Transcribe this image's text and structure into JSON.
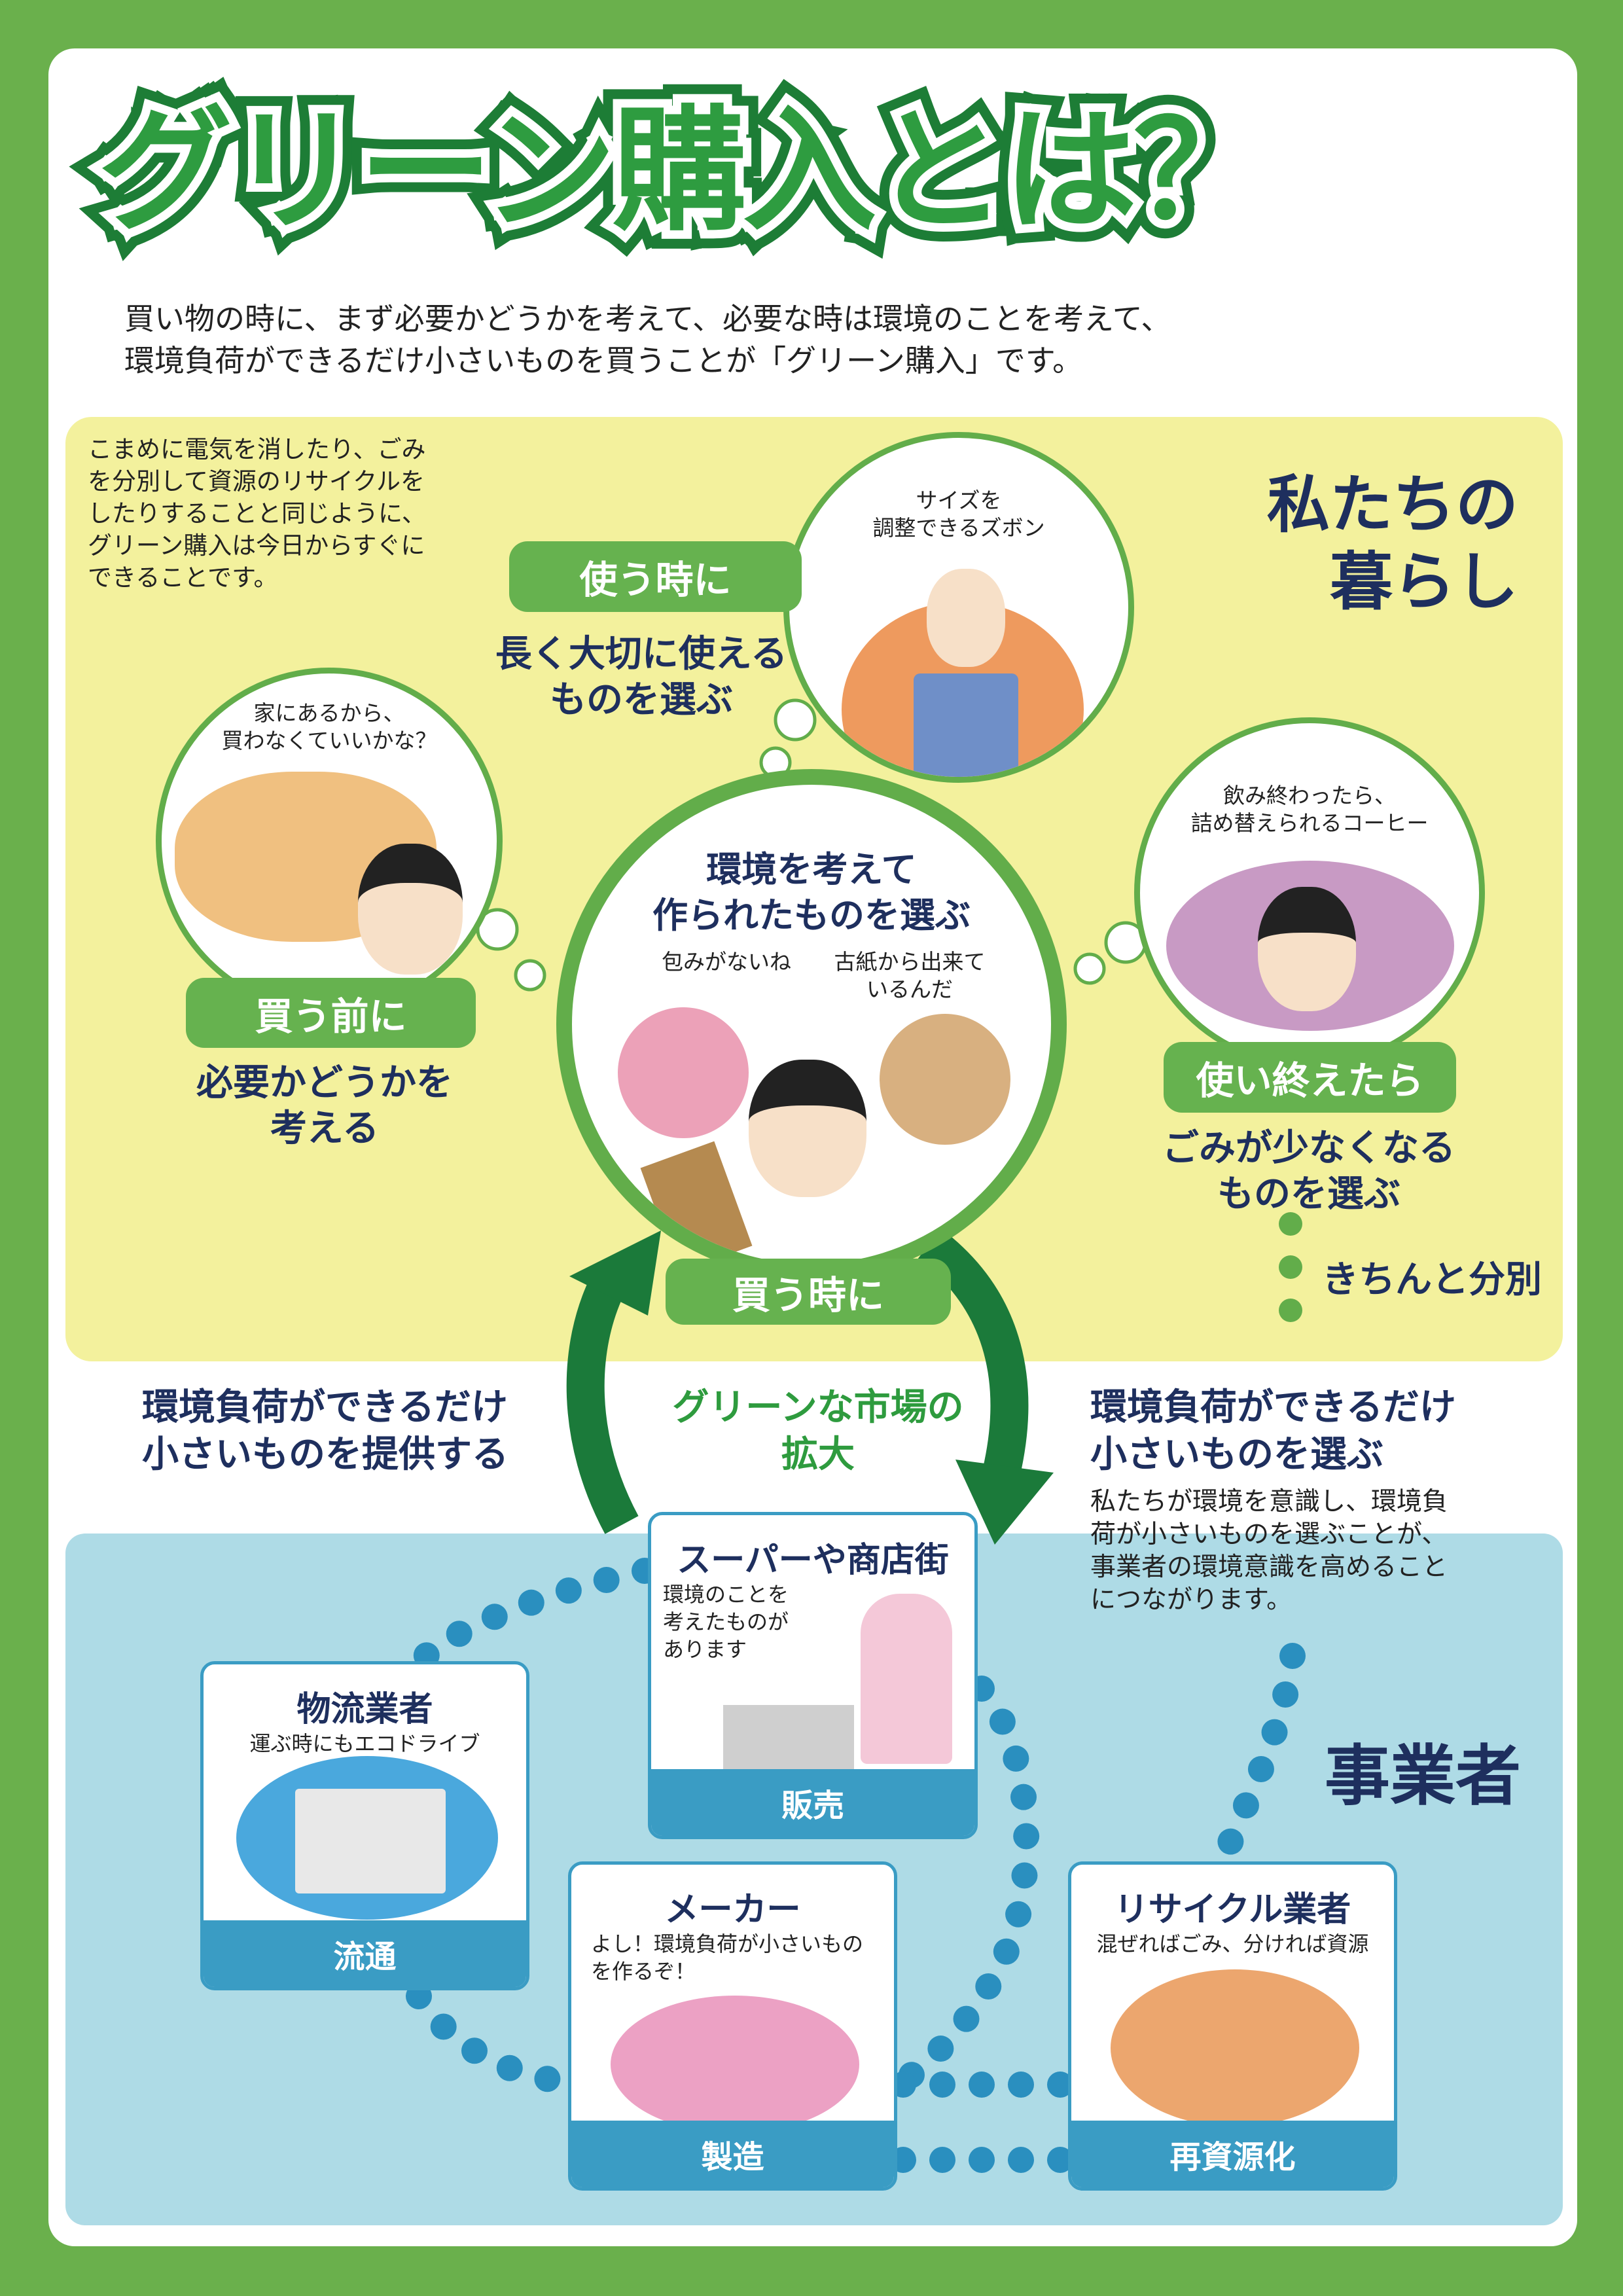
{
  "title": "グリーン購入とは？",
  "intro": [
    "買い物の時に、まず必要かどうかを考えて、必要な時は環境のことを考えて、",
    "環境負荷ができるだけ小さいものを買うことが「グリーン購入」です。"
  ],
  "note": [
    "こまめに電気を消したり、ごみ",
    "を分別して資源のリサイクルを",
    "したりすることと同じように、",
    "グリーン購入は今日からすぐに",
    "できることです。"
  ],
  "consumer_heading": [
    "私たちの",
    "暮らし"
  ],
  "business_heading": "事業者",
  "stages": {
    "use": {
      "label": "使う時に",
      "text": [
        "長く大切に使える",
        "ものを選ぶ"
      ],
      "caption": [
        "サイズを",
        "調整できるズボン"
      ]
    },
    "before": {
      "label": "買う前に",
      "text": [
        "必要かどうかを",
        "考える"
      ],
      "caption": [
        "家にあるから、",
        "買わなくていいかな？"
      ]
    },
    "after": {
      "label": "使い終えたら",
      "text": [
        "ごみが少なくなる",
        "ものを選ぶ"
      ],
      "caption": [
        "飲み終わったら、",
        "詰め替えられるコーヒー"
      ]
    },
    "buy": {
      "label": "買う時に",
      "text": [
        "環境を考えて",
        "作られたものを選ぶ"
      ],
      "caption_left": "包みがないね",
      "caption_right": [
        "古紙から出来て",
        "いるんだ"
      ]
    }
  },
  "sorting": "きちんと分別",
  "provide": [
    "環境負荷ができるだけ",
    "小さいものを提供する"
  ],
  "market": [
    "グリーンな市場の",
    "拡大"
  ],
  "choose": [
    "環境負荷ができるだけ",
    "小さいものを選ぶ"
  ],
  "choose_note": [
    "私たちが環境を意識し、環境負",
    "荷が小さいものを選ぶことが、",
    "事業者の環境意識を高めること",
    "につながります。"
  ],
  "cards": [
    {
      "title": "スーパーや商店街",
      "sub": [
        "環境のことを",
        "考えたものが",
        "あります"
      ],
      "band": "販売"
    },
    {
      "title": "物流業者",
      "sub": [
        "運ぶ時にもエコドライブ"
      ],
      "band": "流通"
    },
    {
      "title": "メーカー",
      "sub": [
        "よし！環境負荷が小さいもの",
        "を作るぞ！"
      ],
      "band": "製造"
    },
    {
      "title": "リサイクル業者",
      "sub": [
        "混ぜればごみ、分ければ資源"
      ],
      "band": "再資源化"
    }
  ],
  "colors": {
    "green": "#66b24f",
    "dark_green": "#1d7d36",
    "navy": "#1e2f5e",
    "blue": "#3a9cc4",
    "yellow": "#f3f19d",
    "light_blue": "#aedbe6"
  }
}
